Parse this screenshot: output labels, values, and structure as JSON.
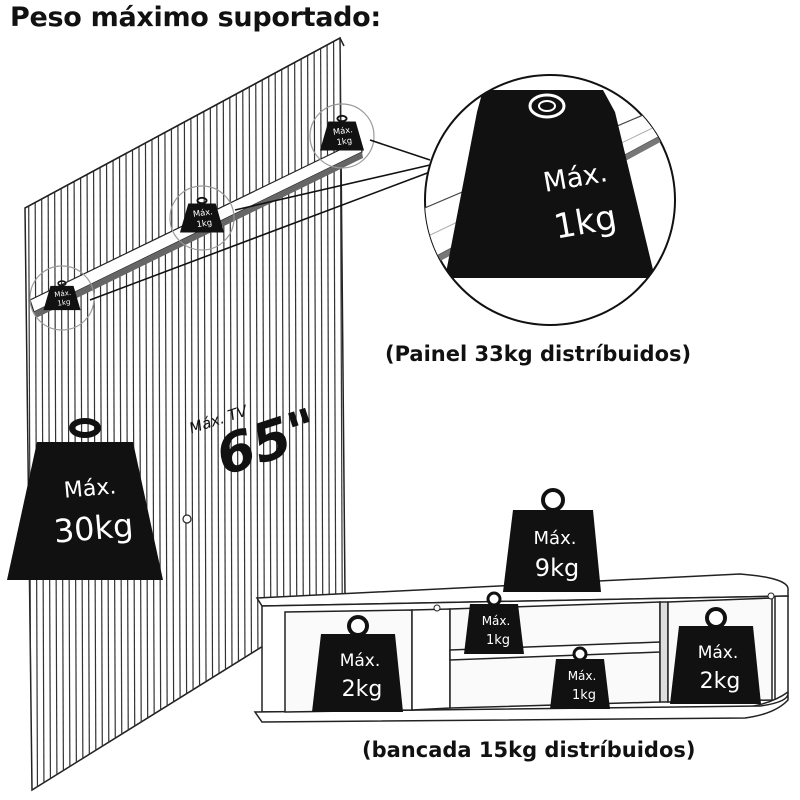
{
  "title": "Peso máximo suportado:",
  "panel": {
    "caption": "(Painel 33kg distríbuidos)",
    "tv_label": "Máx. TV",
    "tv_size": "65\"",
    "weights": {
      "shelf_a": {
        "line1": "Máx.",
        "line2": "1kg"
      },
      "shelf_b": {
        "line1": "Máx.",
        "line2": "1kg"
      },
      "shelf_c": {
        "line1": "Máx.",
        "line2": "1kg"
      },
      "zoom": {
        "line1": "Máx.",
        "line2": "1kg"
      },
      "panel_total": {
        "line1": "Máx.",
        "line2": "30kg"
      }
    }
  },
  "bench": {
    "caption": "(bancada 15kg distríbuidos)",
    "weights": {
      "top": {
        "line1": "Máx.",
        "line2": "9kg"
      },
      "left": {
        "line1": "Máx.",
        "line2": "2kg"
      },
      "right": {
        "line1": "Máx.",
        "line2": "2kg"
      },
      "center_upper": {
        "line1": "Máx.",
        "line2": "1kg"
      },
      "center_lower": {
        "line1": "Máx.",
        "line2": "1kg"
      }
    }
  }
}
